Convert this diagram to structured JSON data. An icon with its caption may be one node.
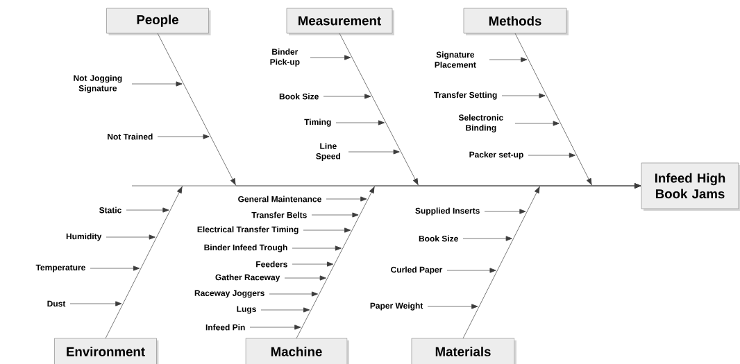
{
  "diagram": {
    "nodes": [
      {
        "text": [
          "People"
        ]
      },
      {
        "text": [
          "Not Jogging Signature"
        ]
      },
      {
        "text": [
          "Not Trained"
        ]
      },
      {
        "text": [
          "Measurement"
        ]
      },
      {
        "text": [
          "Binder Pick-up"
        ]
      },
      {
        "text": [
          "Book Size"
        ]
      },
      {
        "text": [
          "Timing"
        ]
      },
      {
        "text": [
          "Line Speed"
        ]
      },
      {
        "text": [
          "Methods"
        ]
      },
      {
        "text": [
          "Signature Placement"
        ]
      },
      {
        "text": [
          "Transfer Setting"
        ]
      },
      {
        "text": [
          "Selectronic Binding"
        ]
      },
      {
        "text": [
          "Packer set-up"
        ]
      },
      {
        "text": [
          "Infeed High Book Jams"
        ]
      },
      {
        "text": [
          "Environment"
        ]
      },
      {
        "text": [
          "Static"
        ]
      },
      {
        "text": [
          "Humidity"
        ]
      },
      {
        "text": [
          "Temperature"
        ]
      },
      {
        "text": [
          "Dust"
        ]
      },
      {
        "text": [
          "Machine"
        ]
      },
      {
        "text": [
          "General Maintenance"
        ]
      },
      {
        "text": [
          "Transfer Belts"
        ]
      },
      {
        "text": [
          "Electrical Transfer Timing"
        ]
      },
      {
        "text": [
          "Binder Infeed Trough"
        ]
      },
      {
        "text": [
          "Feeders"
        ]
      },
      {
        "text": [
          "Gather Raceway"
        ]
      },
      {
        "text": [
          "Raceway Joggers"
        ]
      },
      {
        "text": [
          "Lugs"
        ]
      },
      {
        "text": [
          "Infeed Pin"
        ]
      },
      {
        "text": [
          "Materials"
        ]
      },
      {
        "text": [
          "Supplied Inserts"
        ]
      },
      {
        "text": [
          "Book Size"
        ]
      },
      {
        "text": [
          "Curled Paper"
        ]
      },
      {
        "text": [
          "Paper Weight"
        ]
      }
    ],
    "edges": [
      {
        "from": 1,
        "to": null,
        "arrow": "to"
      },
      {
        "from": 2,
        "to": null,
        "arrow": "to"
      },
      {
        "from": 0,
        "to": 13,
        "arrow": "to"
      },
      {
        "from": 4,
        "to": null,
        "arrow": "to"
      },
      {
        "from": 5,
        "to": null,
        "arrow": "to"
      },
      {
        "from": 6,
        "to": null,
        "arrow": "to"
      },
      {
        "from": 7,
        "to": null,
        "arrow": "to"
      },
      {
        "from": 3,
        "to": 13,
        "arrow": "to"
      },
      {
        "from": 9,
        "to": null,
        "arrow": "to"
      },
      {
        "from": 10,
        "to": null,
        "arrow": "to"
      },
      {
        "from": 11,
        "to": null,
        "arrow": "to"
      },
      {
        "from": 12,
        "to": null,
        "arrow": "to"
      },
      {
        "from": 8,
        "to": 13,
        "arrow": "to"
      },
      {
        "from": 15,
        "to": null,
        "arrow": "to"
      },
      {
        "from": 16,
        "to": null,
        "arrow": "to"
      },
      {
        "from": 17,
        "to": null,
        "arrow": "to"
      },
      {
        "from": 18,
        "to": null,
        "arrow": "to"
      },
      {
        "from": 14,
        "to": 13,
        "arrow": "to"
      },
      {
        "from": 20,
        "to": null,
        "arrow": "to"
      },
      {
        "from": 21,
        "to": null,
        "arrow": "to"
      },
      {
        "from": 22,
        "to": null,
        "arrow": "to"
      },
      {
        "from": 23,
        "to": null,
        "arrow": "to"
      },
      {
        "from": 24,
        "to": null,
        "arrow": "to"
      },
      {
        "from": 25,
        "to": null,
        "arrow": "to"
      },
      {
        "from": 26,
        "to": null,
        "arrow": "to"
      },
      {
        "from": 27,
        "to": null,
        "arrow": "to"
      },
      {
        "from": 28,
        "to": null,
        "arrow": "to"
      },
      {
        "from": 19,
        "to": 13,
        "arrow": "to"
      },
      {
        "from": 30,
        "to": null,
        "arrow": "to"
      },
      {
        "from": 31,
        "to": null,
        "arrow": "to"
      },
      {
        "from": 32,
        "to": null,
        "arrow": "to"
      },
      {
        "from": 33,
        "to": null,
        "arrow": "to"
      },
      {
        "from": 29,
        "to": 13,
        "arrow": "to"
      }
    ]
  }
}
